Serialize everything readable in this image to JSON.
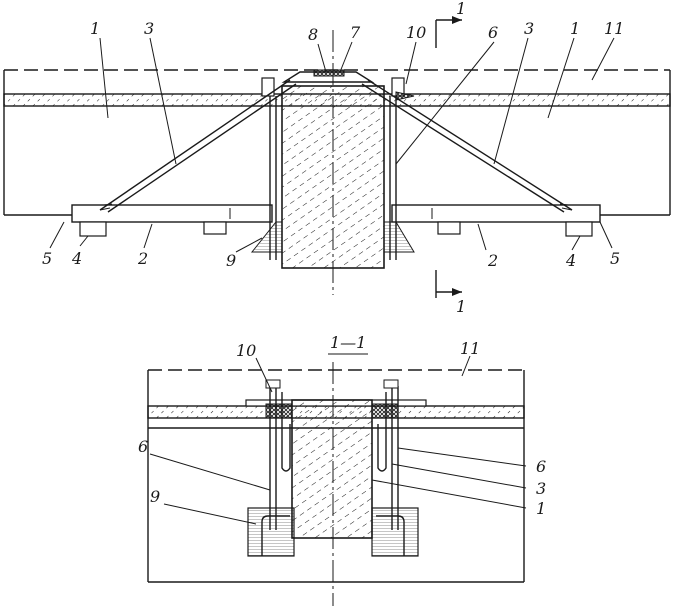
{
  "labels_top": {
    "l1a": "1",
    "l3a": "3",
    "l8": "8",
    "l7": "7",
    "l10": "10",
    "l6": "6",
    "l3b": "3",
    "l1b": "1",
    "l11": "11",
    "l5a": "5",
    "l4a": "4",
    "l2a": "2",
    "l9": "9",
    "l2b": "2",
    "l4b": "4",
    "l5b": "5",
    "sec_top": "1",
    "sec_bot": "1"
  },
  "section": {
    "title": "1—1",
    "l10": "10",
    "l11": "11",
    "l6a": "6",
    "l9": "9",
    "l6b": "6",
    "l3": "3",
    "l1": "1"
  }
}
